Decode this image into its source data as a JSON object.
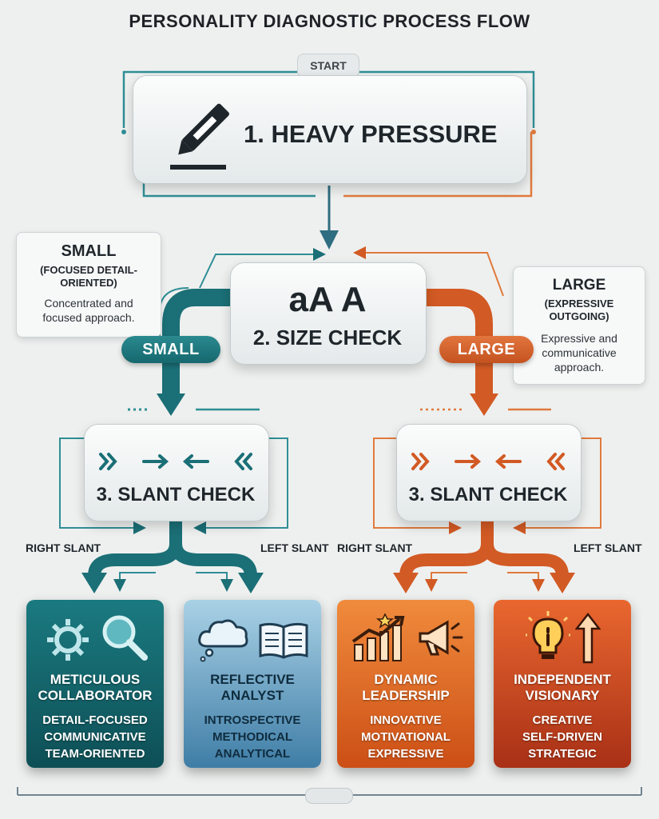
{
  "title": "PERSONALITY DIAGNOSTIC PROCESS FLOW",
  "start_label": "START",
  "step1": {
    "label": "1. HEAVY PRESSURE",
    "icon": "pencil-icon"
  },
  "step2": {
    "glyph": "aA A",
    "label": "2. SIZE CHECK"
  },
  "small_note": {
    "heading": "SMALL",
    "sub": "(FOCUSED DETAIL-ORIENTED)",
    "text": "Concentrated and focused approach."
  },
  "large_note": {
    "heading": "LARGE",
    "sub": "(EXPRESSIVE OUTGOING)",
    "text": "Expressive and communicative approach."
  },
  "small_pill": "SMALL",
  "large_pill": "LARGE",
  "slant_left": {
    "label": "3. SLANT CHECK"
  },
  "slant_right": {
    "label": "3. SLANT CHECK"
  },
  "branches": {
    "left_right": "RIGHT SLANT",
    "left_left": "LEFT SLANT",
    "right_right": "RIGHT SLANT",
    "right_left": "LEFT SLANT"
  },
  "results": [
    {
      "title": "METICULOUS COLLABORATOR",
      "traits": [
        "DETAIL-FOCUSED",
        "COMMUNICATIVE",
        "TEAM-ORIENTED"
      ],
      "icons": [
        "gear-icon",
        "magnifier-icon"
      ]
    },
    {
      "title": "REFLECTIVE ANALYST",
      "traits": [
        "INTROSPECTIVE",
        "METHODICAL",
        "ANALYTICAL"
      ],
      "icons": [
        "thought-cloud-icon",
        "book-icon"
      ]
    },
    {
      "title": "DYNAMIC LEADERSHIP",
      "traits": [
        "INNOVATIVE",
        "MOTIVATIONAL",
        "EXPRESSIVE"
      ],
      "icons": [
        "growth-chart-icon",
        "megaphone-icon"
      ]
    },
    {
      "title": "INDEPENDENT VISIONARY",
      "traits": [
        "CREATIVE",
        "SELF-DRIVEN",
        "STRATEGIC"
      ],
      "icons": [
        "lightbulb-icon",
        "up-arrow-icon"
      ]
    }
  ],
  "colors": {
    "teal": "#15686e",
    "orange": "#d2602a",
    "ink": "#1f262b"
  }
}
